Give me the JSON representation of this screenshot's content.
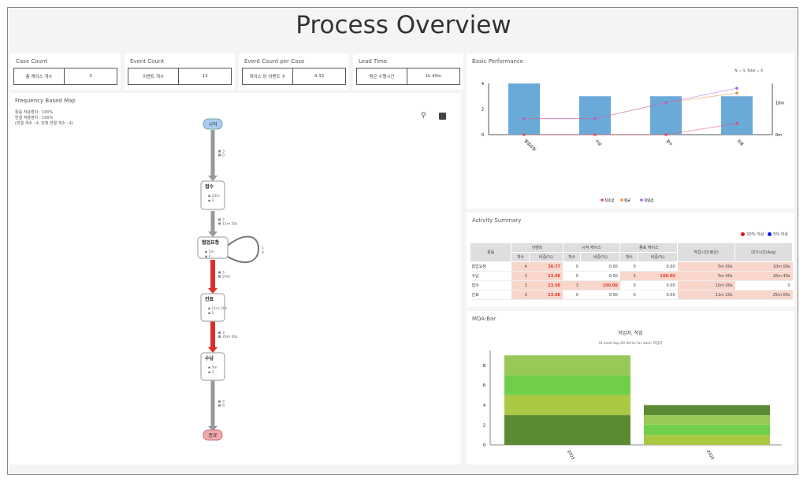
{
  "title": "Process Overview",
  "kpis": [
    {
      "title": "Case Count",
      "label": "총 케이스 개수",
      "value": "3"
    },
    {
      "title": "Event Count",
      "label": "이벤트 개수",
      "value": "13"
    },
    {
      "title": "Event Count per Case",
      "label": "케이스 당 이벤트 수",
      "value": "4.33"
    },
    {
      "title": "Lead Time",
      "label": "평균 수행시간",
      "value": "1h 40m"
    }
  ],
  "map": {
    "title": "Frequency Based Map",
    "info": [
      "활동 적용범위 : 100%",
      "연결 적용범위 : 100%",
      "(연결 개수 : 4, 전체 연결 개수 : 4)"
    ],
    "start": "시작",
    "end": "종료",
    "nodes": [
      {
        "label": "접수",
        "a": "10m",
        "b": "3"
      },
      {
        "label": "협업요청",
        "a": "5m",
        "b": "4"
      },
      {
        "label": "진료",
        "a": "11m 20s",
        "b": "3"
      },
      {
        "label": "수납",
        "a": "5m",
        "b": "3"
      }
    ],
    "edges": [
      {
        "a": "3",
        "b": "0",
        "color": "#999"
      },
      {
        "a": "3",
        "b": "11m 20s",
        "color": "#999"
      },
      {
        "a": "3",
        "b": "20m",
        "color": "#d9302a"
      },
      {
        "a": "3",
        "b": "26m 40s",
        "color": "#d9302a"
      },
      {
        "a": "3",
        "b": "0",
        "color": "#999"
      }
    ],
    "loop": {
      "a": "1",
      "b": "0"
    }
  },
  "perf": {
    "title": "Basic Performance",
    "note": "N = 4, Total = 4"
  },
  "activity": {
    "title": "Activity Summary",
    "legend": [
      "10% 이상",
      "5% 이상"
    ],
    "headers": {
      "activity": "활동",
      "event": "이벤트",
      "start": "시작 케이스",
      "end": "종료 케이스",
      "work": "작업시간(평균)",
      "wait": "대기시간(Avg)",
      "count": "개수",
      "ratio": "비중(%)"
    },
    "rows": [
      [
        "협업요청",
        "4",
        "30.77",
        "0",
        "0.00",
        "0",
        "0.00",
        "5m 00s",
        "10m 00s"
      ],
      [
        "수납",
        "3",
        "23.08",
        "0",
        "0.00",
        "3",
        "100.00",
        "5m 00s",
        "26m 40s"
      ],
      [
        "접수",
        "3",
        "23.08",
        "3",
        "100.00",
        "0",
        "0.00",
        "10m 00s",
        "0"
      ],
      [
        "진료",
        "3",
        "23.08",
        "0",
        "0.00",
        "0",
        "0.00",
        "11m 20s",
        "25m 00s"
      ]
    ]
  },
  "mda": {
    "title": "MDA-Bar"
  },
  "chart_data": [
    {
      "type": "bar",
      "title": "Basic Performance",
      "categories": [
        "협업요청",
        "수납",
        "접수",
        "진료"
      ],
      "bars": [
        4,
        3,
        3,
        3
      ],
      "ylim": [
        0,
        4
      ],
      "y2labels": [
        "0m",
        "10m"
      ],
      "series": [
        {
          "name": "최솟값",
          "color": "#e8475f",
          "values": [
            0,
            0,
            0,
            3.5
          ]
        },
        {
          "name": "평균",
          "color": "#f08a3c",
          "values": [
            5,
            5,
            10,
            13
          ]
        },
        {
          "name": "최댓값",
          "color": "#b05ee0",
          "values": [
            5,
            5,
            10,
            14.5
          ]
        }
      ],
      "y2lim": [
        0,
        16
      ]
    },
    {
      "type": "bar",
      "title": "작업자, 작업",
      "subtitle": "At most top 20 items for each 작업자",
      "categories": [
        "2023",
        "2023"
      ],
      "ylim": [
        0,
        9.5
      ],
      "yticks": [
        0,
        2,
        4,
        6,
        8
      ],
      "stacks": [
        [
          {
            "v": 3,
            "c": "#5a8a32"
          },
          {
            "v": 2,
            "c": "#a9c945"
          },
          {
            "v": 2,
            "c": "#6fcf4a"
          },
          {
            "v": 2,
            "c": "#98c857"
          }
        ],
        [
          {
            "v": 1,
            "c": "#a9c945"
          },
          {
            "v": 1,
            "c": "#6fcf4a"
          },
          {
            "v": 1,
            "c": "#98c857"
          },
          {
            "v": 1,
            "c": "#5a8a32"
          }
        ]
      ]
    }
  ]
}
